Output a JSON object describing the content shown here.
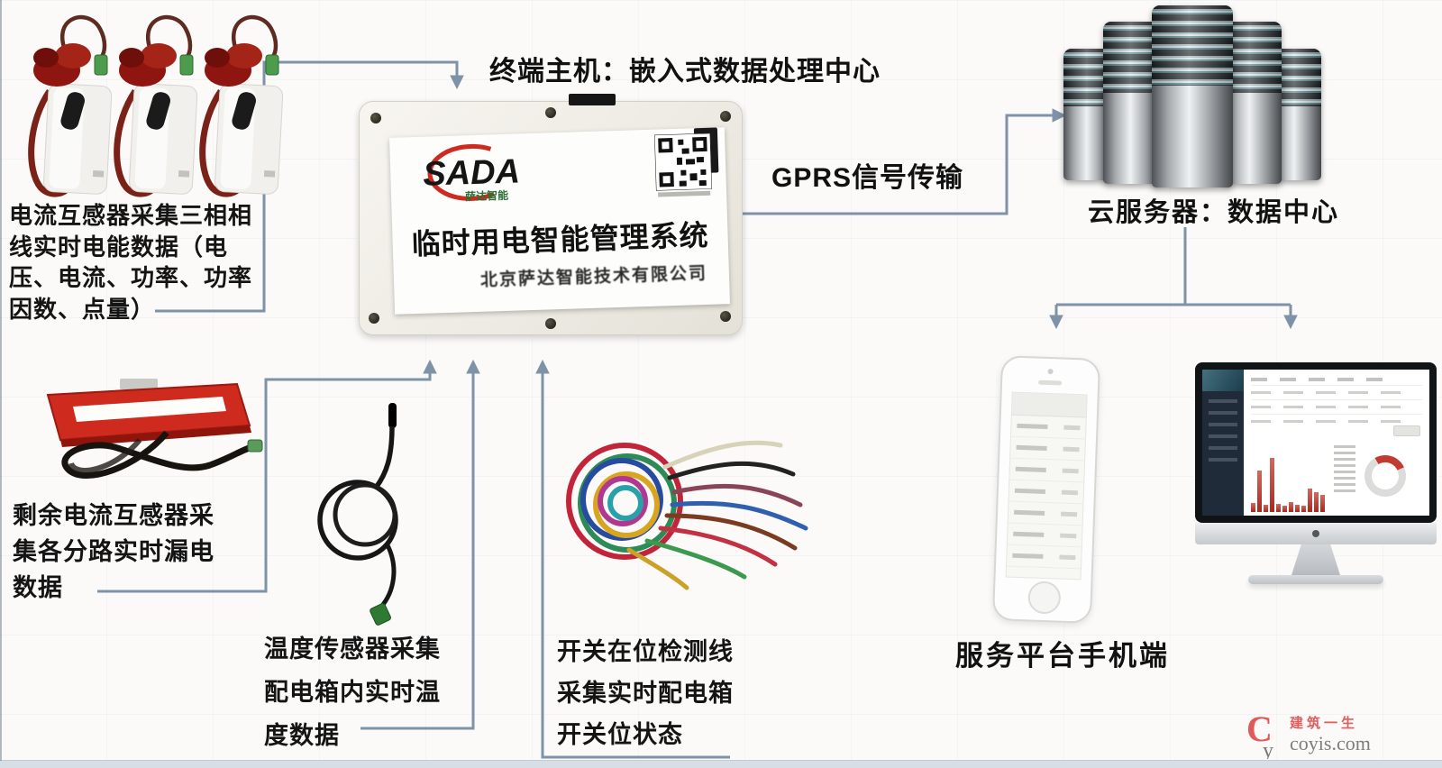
{
  "colors": {
    "connector": "#7e93a7",
    "device_red": "#cf2b20",
    "chart_red": "#b9342b"
  },
  "sensor_blocks": {
    "current_transformer": {
      "lines": [
        "电流互感器采集三相相",
        "线实时电能数据（电",
        "压、电流、功率、功率",
        "因数、点量）"
      ]
    },
    "residual_current": {
      "lines": [
        "剩余电流互感器采",
        "集各分路实时漏电",
        "数据"
      ]
    },
    "temperature": {
      "lines": [
        "温度传感器采集",
        "配电箱内实时温",
        "度数据"
      ]
    },
    "switch_detection": {
      "lines": [
        "开关在位检测线",
        "采集实时配电箱",
        "开关位状态"
      ]
    }
  },
  "terminal_host": {
    "caption": "终端主机：嵌入式数据处理中心",
    "brand": "SADA",
    "brand_sub": "萨达智能",
    "label_title": "临时用电智能管理系统",
    "company": "北京萨达智能技术有限公司"
  },
  "links": {
    "gprs": "GPRS信号传输"
  },
  "cloud_server": {
    "caption": "云服务器：数据中心"
  },
  "client": {
    "caption": "服务平台手机端"
  },
  "watermark": {
    "logo_c": "C",
    "logo_y": "y",
    "brand_cn": "建筑一生",
    "site": "coyis.com"
  }
}
